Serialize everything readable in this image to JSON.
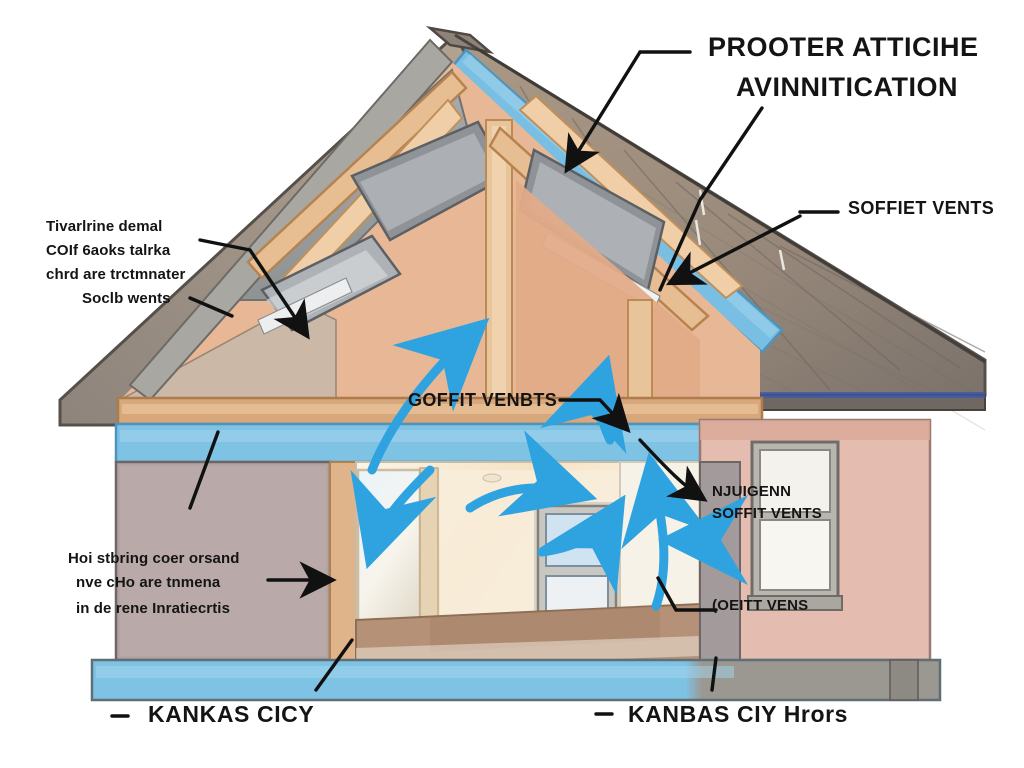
{
  "illustration": {
    "subject": "house-attic-ventilation-cutaway",
    "background": "#ffffff"
  },
  "palette": {
    "roof_shingle_light": "#a89684",
    "roof_shingle_mid": "#9c8b7b",
    "roof_shingle_dark": "#7e736c",
    "roof_edge": "#6d655f",
    "soffit_blue": "#79bfe3",
    "soffit_blue_dark": "#5fa9d4",
    "wood_frame": "#e0b48a",
    "wood_frame_dark": "#c2915f",
    "attic_wall": "#e8b795",
    "insulation_gray": "#9a9a9a",
    "insulation_light": "#b9bcbd",
    "wall_left_mauve": "#b3a4a4",
    "wall_right_salmon": "#e5bcb0",
    "interior_cream": "#f5ead9",
    "interior_warm": "#f3dcbc",
    "floor_brown": "#b59277",
    "foundation_gray": "#9b9791",
    "airflow_blue": "#2fa3e0",
    "arrow_black": "#111111",
    "text_black": "#141414",
    "outline": "#2a2a2a"
  },
  "labels": {
    "title": {
      "line1": "PROOTER ATTICIHE",
      "line2": "AVINNITICATION"
    },
    "soffit_vents_top_right": "SOFFIET VENTS",
    "soffit_vents_center": "GOFFIT VENBTS",
    "intake_right": {
      "line1": "NJUIGENN",
      "line2": "SOFFIT VENTS"
    },
    "outlet_right": "(OEITT VENS",
    "note_top_left": {
      "line1": "Tivarlrine demal",
      "line2": "COIf 6aoks talrka",
      "line3": "chrd are trctmnater",
      "line4": "Soclb wents"
    },
    "note_left": {
      "line1": "Hoi stbring coer orsand",
      "line2": "nve cHo are tnmena",
      "line3": "in de rene Inratiecrtis"
    },
    "bottom_left": "KANKAS CICY",
    "bottom_right": "KANBAS CIY Hrors"
  },
  "airflow": {
    "description": "blue-curved-intake-exhaust-arrows",
    "arrow_count": 6,
    "color": "#2fa3e0"
  },
  "callouts": {
    "leader_line_count": 8,
    "color": "#111111"
  }
}
